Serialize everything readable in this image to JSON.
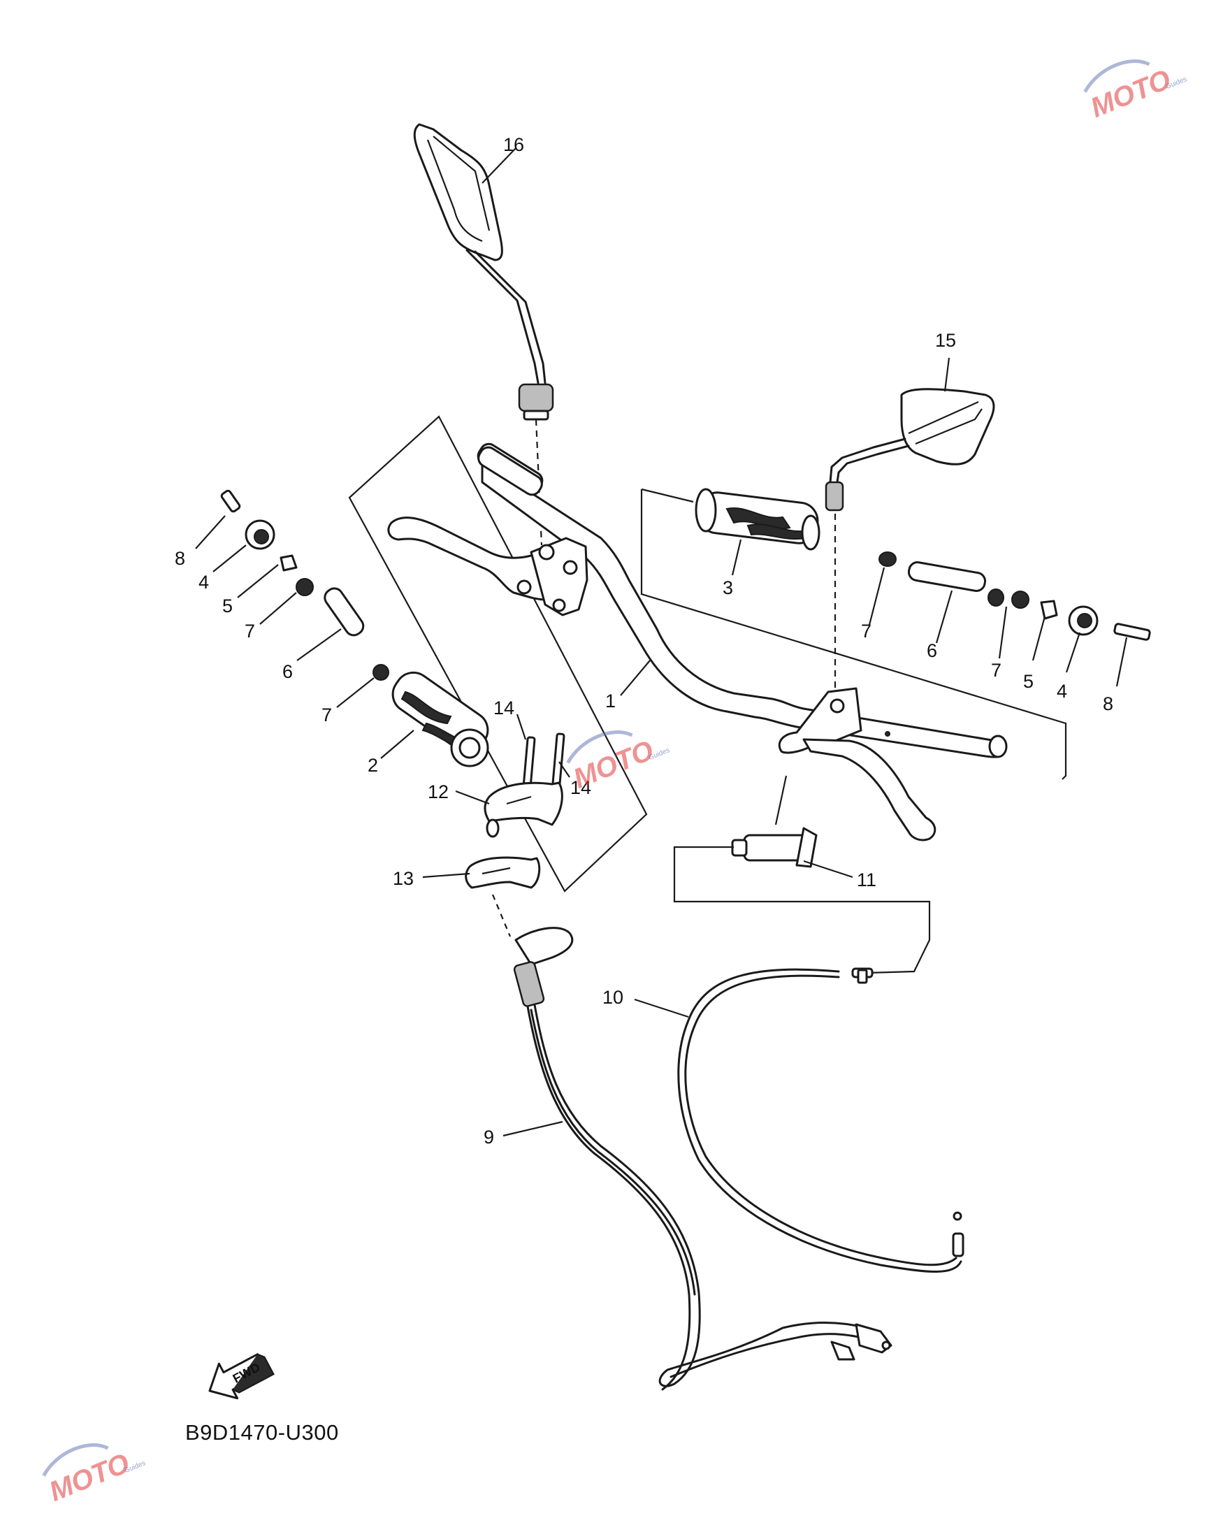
{
  "diagram": {
    "code": "B9D1470-U300",
    "fwd_label": "FWD",
    "callouts": [
      {
        "id": "c16",
        "text": "16"
      },
      {
        "id": "c15",
        "text": "15"
      },
      {
        "id": "c3",
        "text": "3"
      },
      {
        "id": "c7r1",
        "text": "7"
      },
      {
        "id": "c6r",
        "text": "6"
      },
      {
        "id": "c7r2",
        "text": "7"
      },
      {
        "id": "c5r",
        "text": "5"
      },
      {
        "id": "c4r",
        "text": "4"
      },
      {
        "id": "c8r",
        "text": "8"
      },
      {
        "id": "c1",
        "text": "1"
      },
      {
        "id": "c8l",
        "text": "8"
      },
      {
        "id": "c4l",
        "text": "4"
      },
      {
        "id": "c5l",
        "text": "5"
      },
      {
        "id": "c7l1",
        "text": "7"
      },
      {
        "id": "c6l",
        "text": "6"
      },
      {
        "id": "c7l2",
        "text": "7"
      },
      {
        "id": "c2",
        "text": "2"
      },
      {
        "id": "c14a",
        "text": "14"
      },
      {
        "id": "c14b",
        "text": "14"
      },
      {
        "id": "c12",
        "text": "12"
      },
      {
        "id": "c13",
        "text": "13"
      },
      {
        "id": "c11",
        "text": "11"
      },
      {
        "id": "c10",
        "text": "10"
      },
      {
        "id": "c9",
        "text": "9"
      }
    ]
  },
  "watermark": {
    "brand": "MOTO",
    "sub": "Guides",
    "accent": "#e23a3a",
    "secondary": "#6a7bb8"
  }
}
